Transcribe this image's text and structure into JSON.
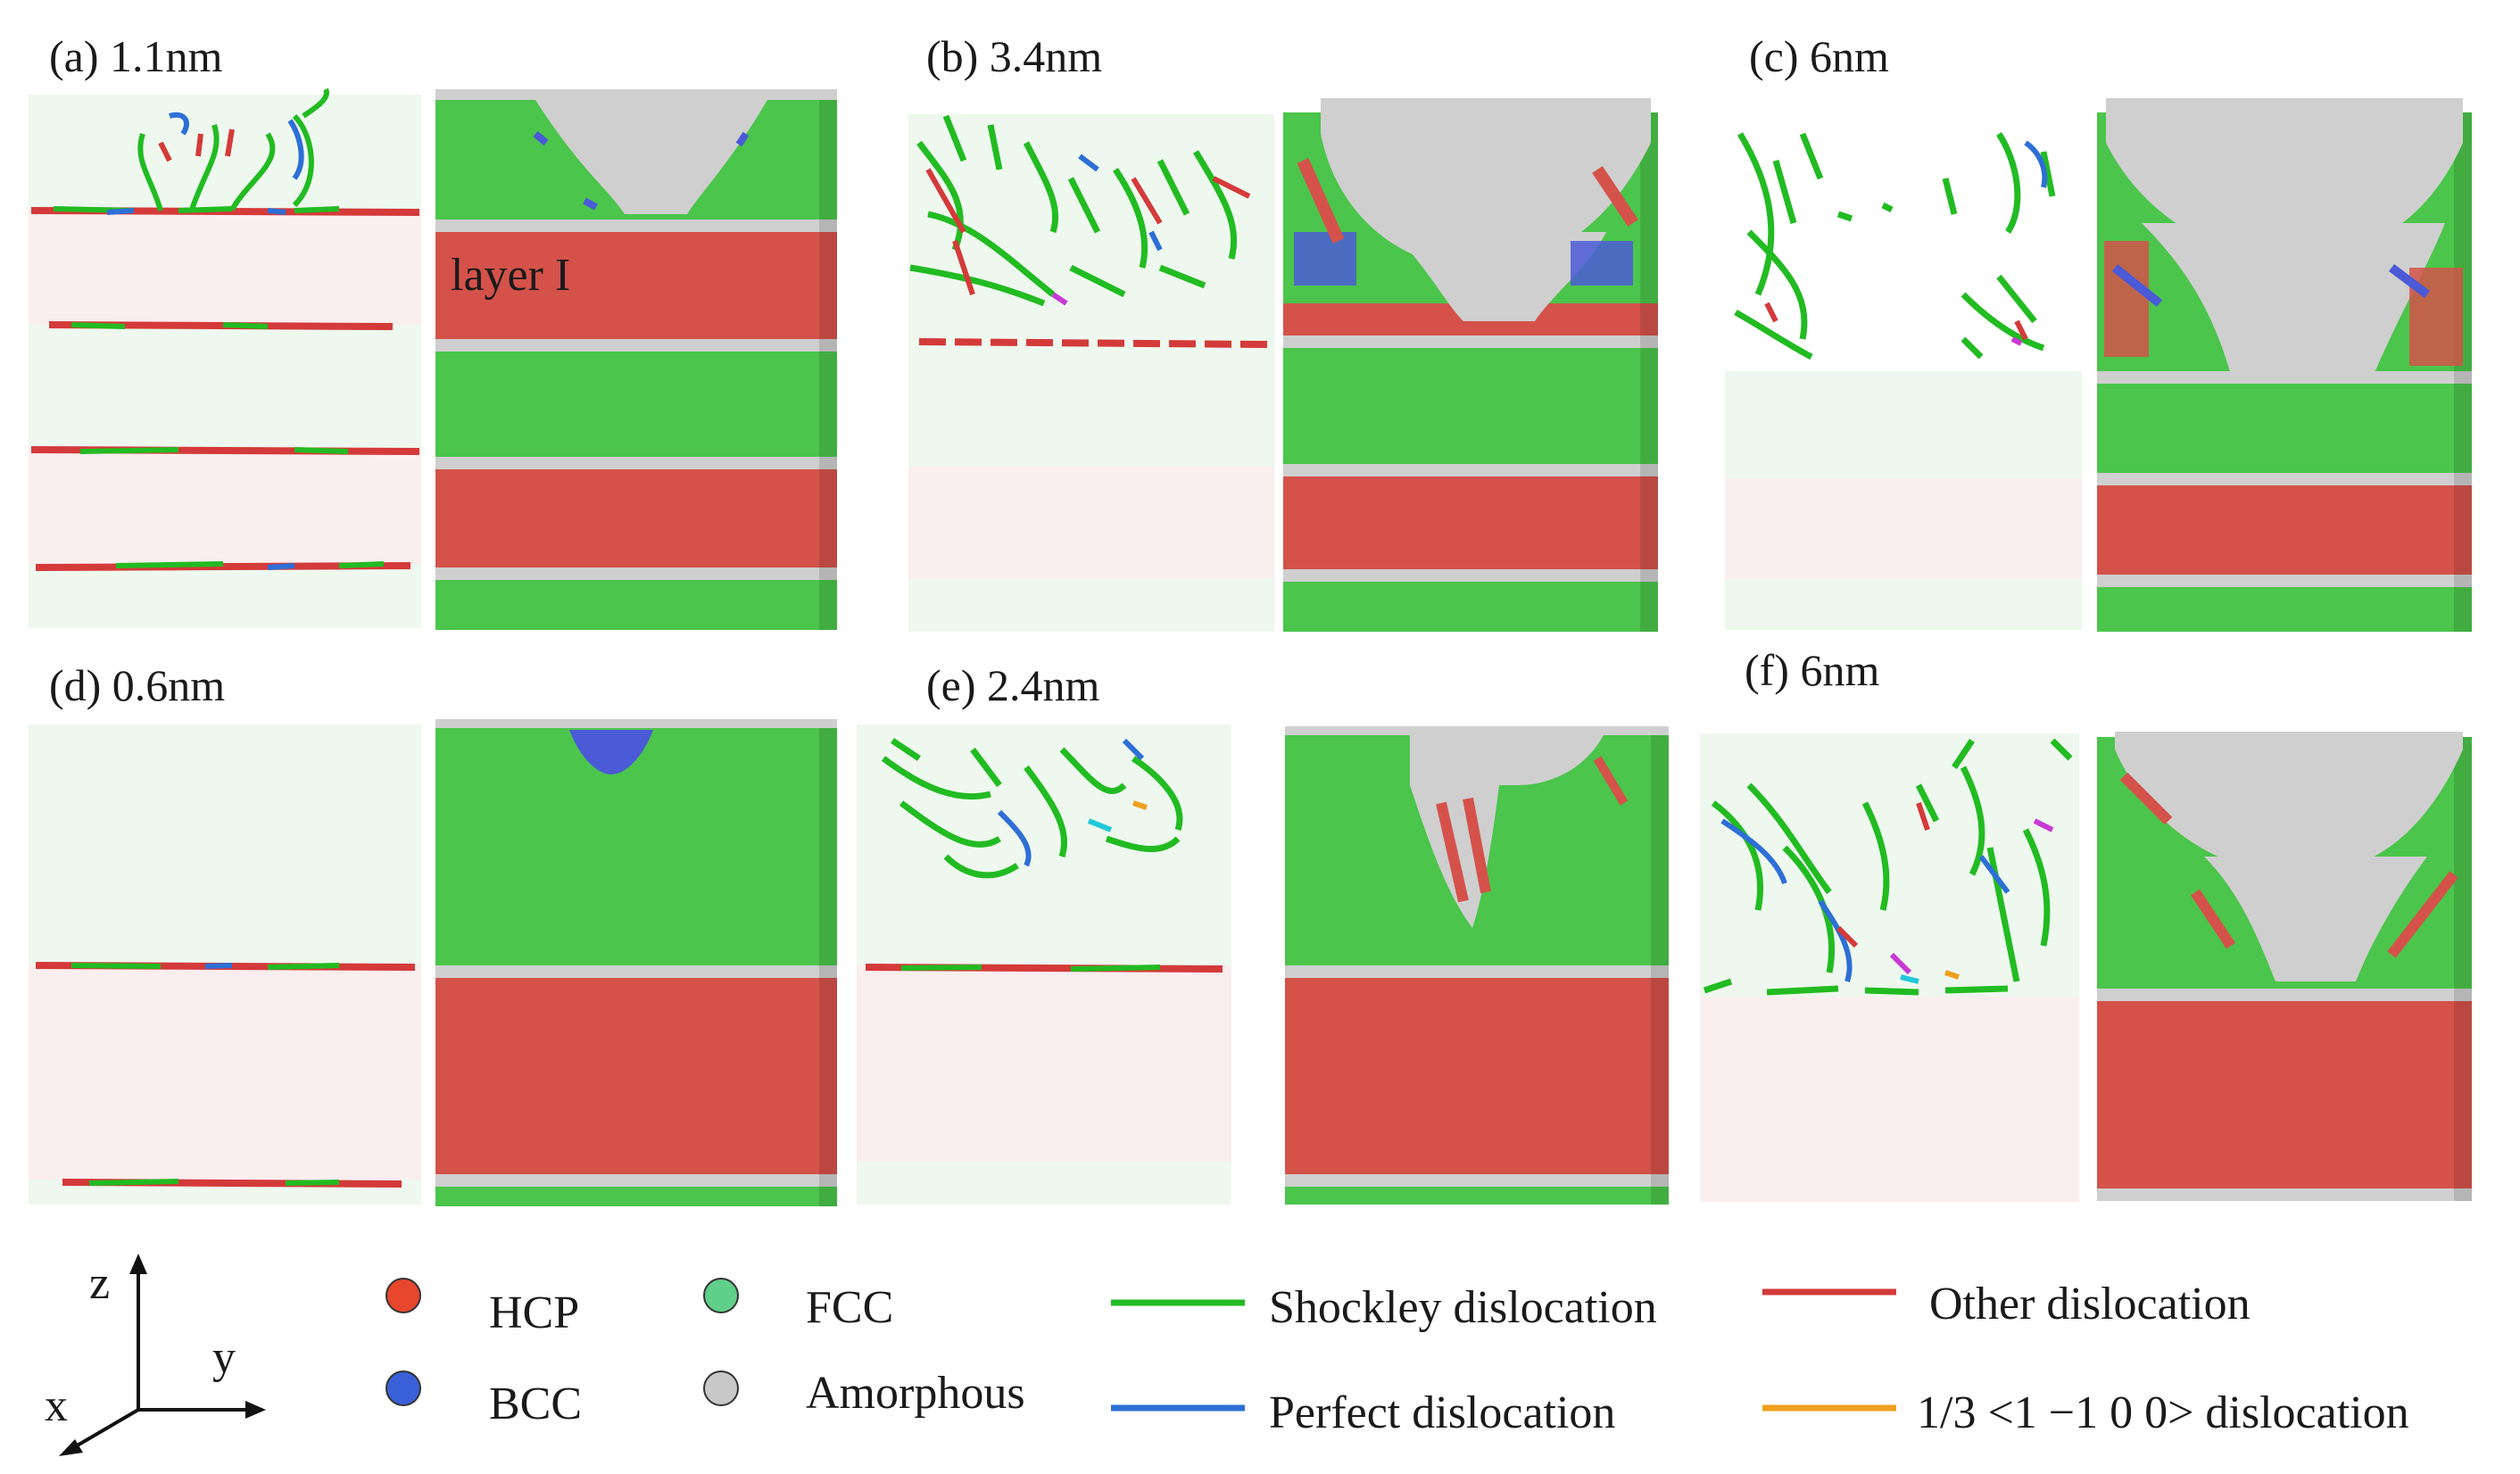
{
  "colors": {
    "fcc": "#4bc54b",
    "fcc_faint": "#eef8ee",
    "hcp": "#d4524a",
    "hcp_faint": "#fbeeee",
    "amorphous": "#cfcfcf",
    "bcc": "#4b5ad6",
    "shockley": "#22bb22",
    "perfect": "#2e6fd6",
    "other": "#d43a3a",
    "other_type": "#f0a020",
    "hcp_marker": "#e8472d",
    "bcc_marker": "#3a60d8",
    "fcc_marker": "#5fcf8a",
    "amorphous_marker": "#c8c8c8"
  },
  "panels": [
    {
      "id": "a",
      "label": "(a) 1.1nm"
    },
    {
      "id": "b",
      "label": "(b) 3.4nm"
    },
    {
      "id": "c",
      "label": "(c) 6nm"
    },
    {
      "id": "d",
      "label": "(d) 0.6nm"
    },
    {
      "id": "e",
      "label": "(e) 2.4nm"
    },
    {
      "id": "f",
      "label": "(f) 6nm"
    }
  ],
  "annotation": {
    "layer_label": "layer I"
  },
  "axes": {
    "z": "z",
    "y": "y",
    "x": "x"
  },
  "legend": {
    "hcp": "HCP",
    "bcc": "BCC",
    "fcc": "FCC",
    "amorphous": "Amorphous",
    "shockley": "Shockley dislocation",
    "perfect": "Perfect dislocation",
    "other": "Other dislocation",
    "special": "1/3 <1 −1 0 0> dislocation"
  }
}
